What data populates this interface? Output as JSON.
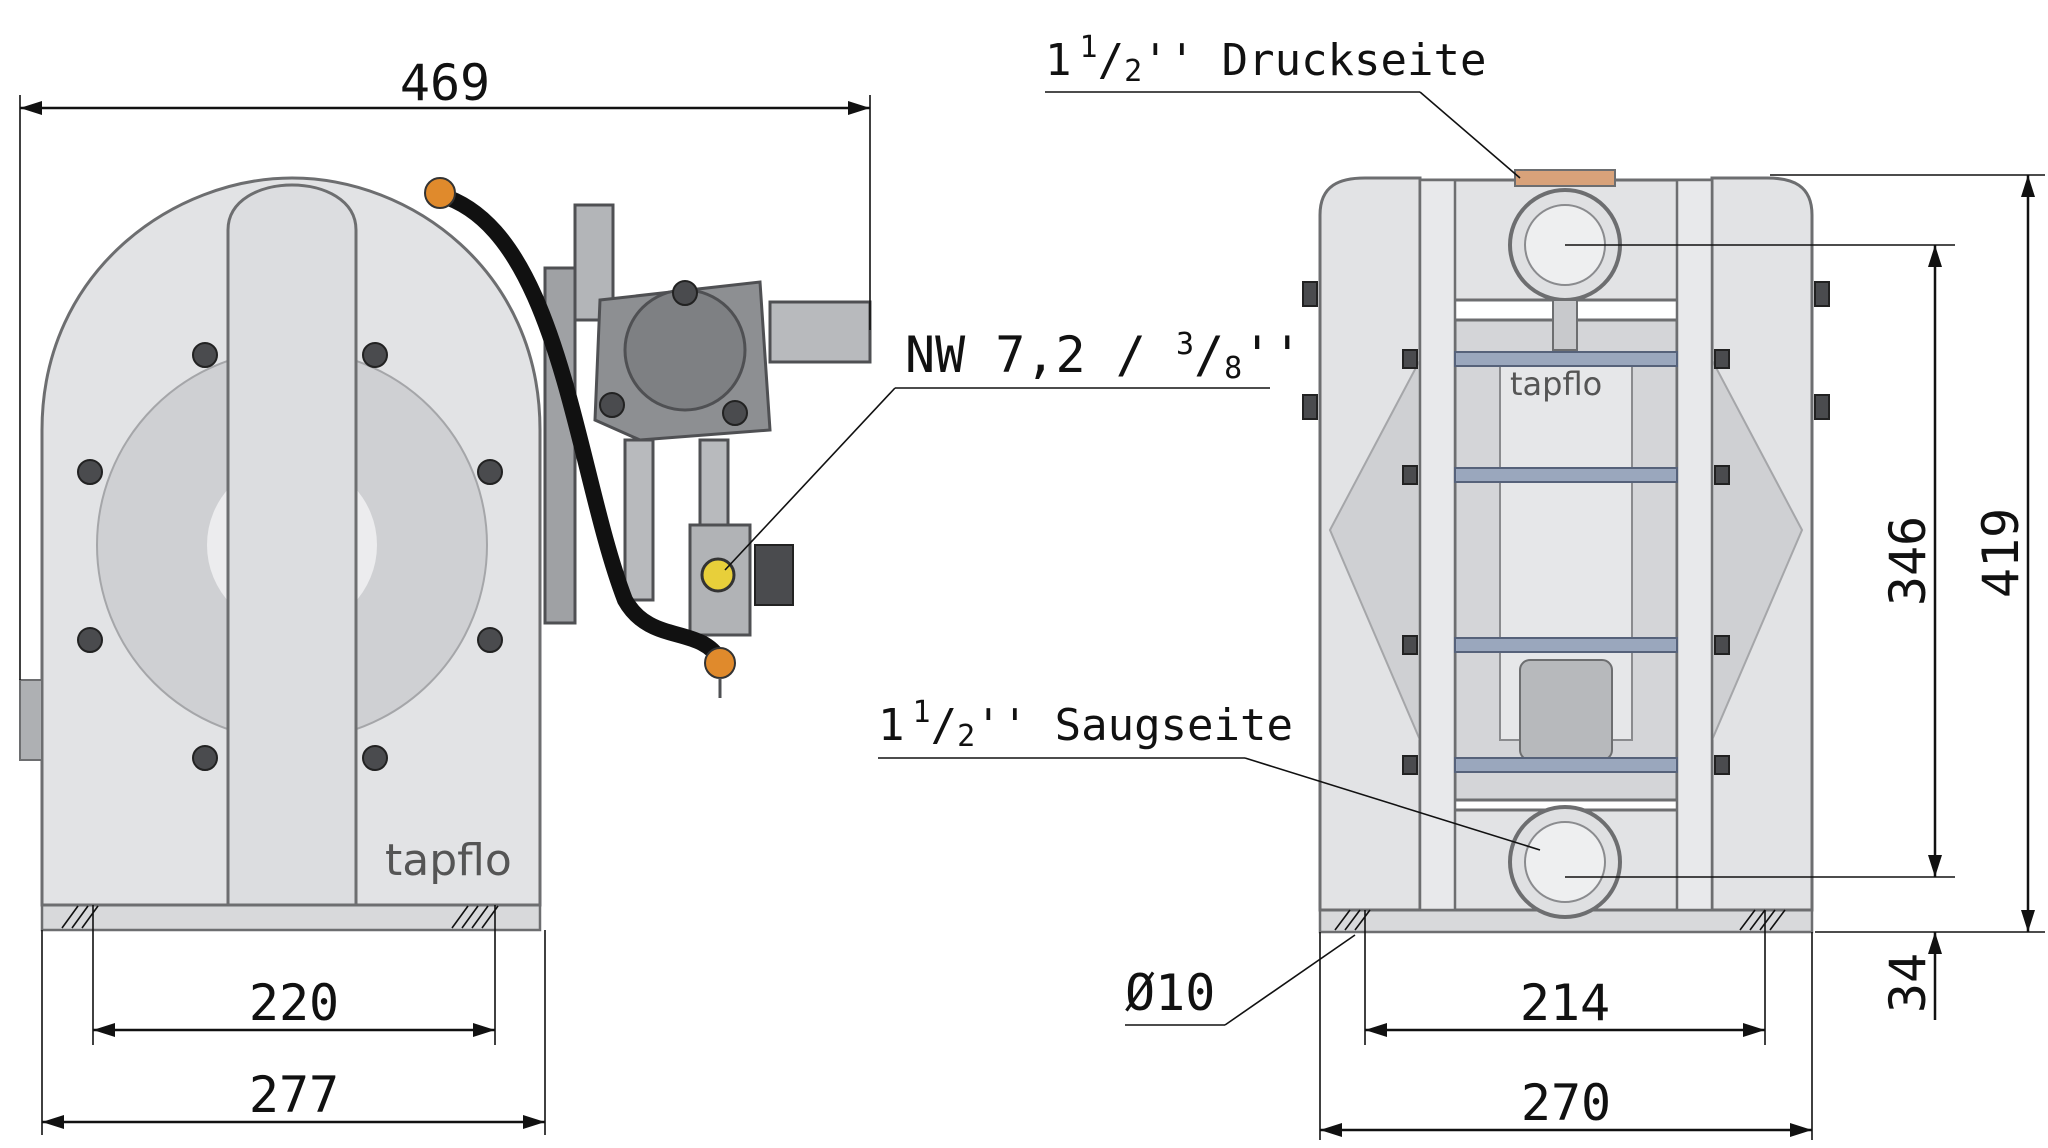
{
  "left_view": {
    "dim_width_total": "469",
    "dim_bolt_spacing": "220",
    "dim_base_width": "277",
    "label_air_connection": "NW 7,2 / ",
    "label_air_connection_fraction_num": "3",
    "label_air_connection_fraction_den": "8",
    "label_air_connection_unit": "''",
    "logo": "tapflo"
  },
  "right_view": {
    "label_outlet_whole": "1",
    "label_outlet_fraction_num": "1",
    "label_outlet_fraction_den": "2",
    "label_outlet_text": "'' Druckseite",
    "label_inlet_whole": "1",
    "label_inlet_fraction_num": "1",
    "label_inlet_fraction_den": "2",
    "label_inlet_text": "'' Saugseite",
    "dim_port_spacing": "346",
    "dim_total_height": "419",
    "dim_base_height": "34",
    "dim_hole_diameter": "Ø10",
    "dim_bolt_spacing": "214",
    "dim_base_width": "270",
    "logo": "tapflo"
  },
  "colors": {
    "body": "#e2e3e5",
    "outline": "#6d6e70",
    "bolt": "#4a4b4e",
    "rod": "#9aa7bd",
    "hose": "#111111",
    "fitting_orange": "#e08a2c"
  }
}
